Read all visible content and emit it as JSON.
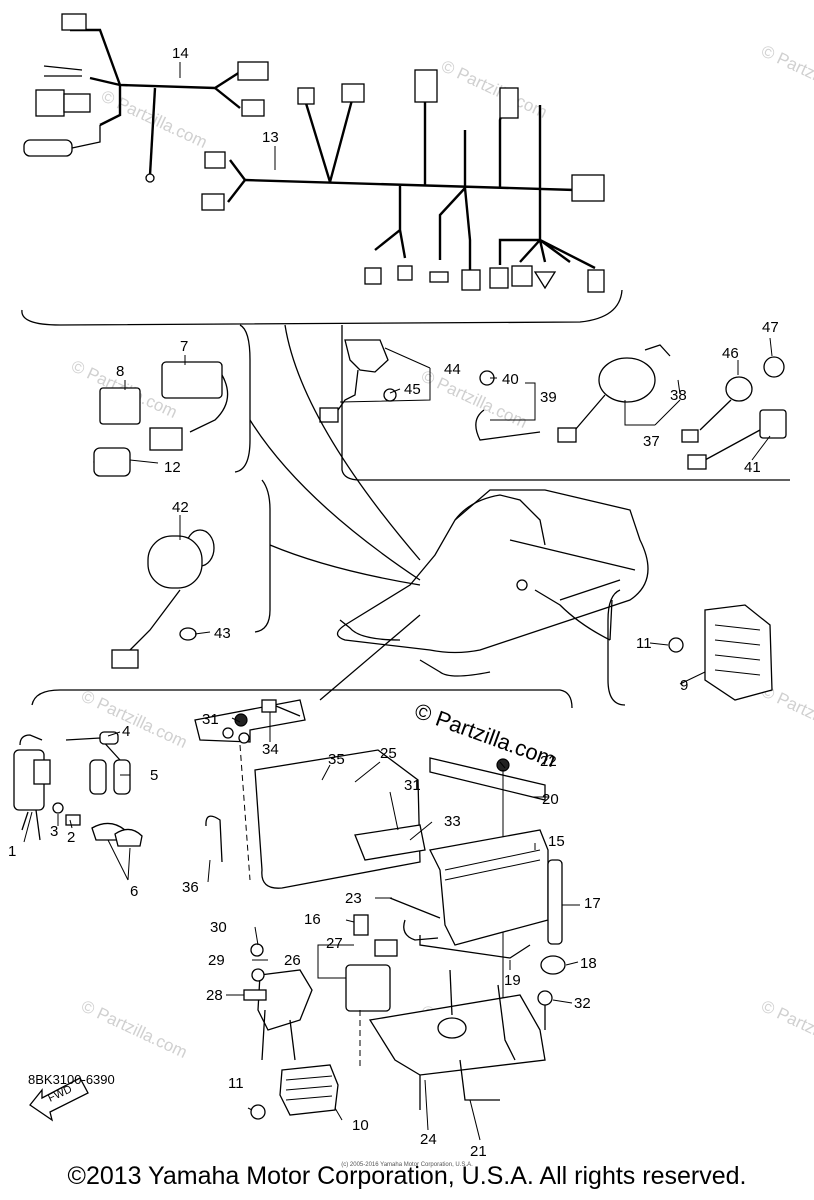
{
  "watermark_text": "© Partzilla.com",
  "banner_text": "© Partzilla.com",
  "catalog_code": "8BK3100-6390",
  "copyright": "©2013 Yamaha Motor Corporation, U.S.A. All rights reserved.",
  "tiny_note": "(c) 2005-2016 Yamaha Motor Corporation, U.S.A.",
  "fwd_label": "FWD",
  "callouts": {
    "p1": "1",
    "p2": "2",
    "p3": "3",
    "p4": "4",
    "p5": "5",
    "p6": "6",
    "p7": "7",
    "p8": "8",
    "p9": "9",
    "p10": "10",
    "p11a": "11",
    "p11b": "11",
    "p12": "12",
    "p13": "13",
    "p14": "14",
    "p15": "15",
    "p16": "16",
    "p17": "17",
    "p18": "18",
    "p19": "19",
    "p20": "20",
    "p21": "21",
    "p22": "22",
    "p23": "23",
    "p24": "24",
    "p25": "25",
    "p26": "26",
    "p27": "27",
    "p28": "28",
    "p29": "29",
    "p30": "30",
    "p31a": "31",
    "p31b": "31",
    "p32": "32",
    "p33": "33",
    "p34": "34",
    "p35": "35",
    "p36": "36",
    "p37": "37",
    "p38": "38",
    "p39": "39",
    "p40": "40",
    "p41": "41",
    "p42": "42",
    "p43": "43",
    "p44": "44",
    "p45": "45",
    "p46": "46",
    "p47": "47"
  }
}
